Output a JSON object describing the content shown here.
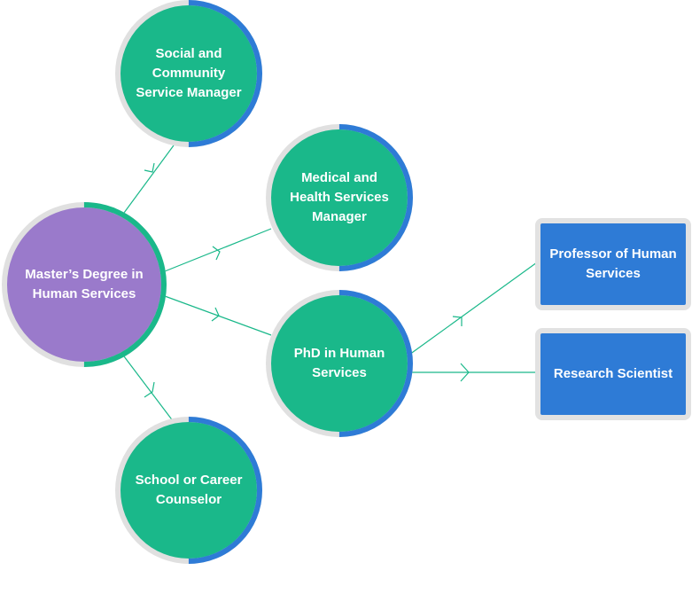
{
  "diagram": {
    "root": {
      "label": "Master’s Degree in Human Services"
    },
    "nodes": {
      "social": {
        "label": "Social and Community Service Manager"
      },
      "medical": {
        "label": "Medical and Health Services Manager"
      },
      "phd": {
        "label": "PhD in Human Services"
      },
      "school": {
        "label": "School or Career Counselor"
      },
      "professor": {
        "label": "Professor of Human Services"
      },
      "research": {
        "label": "Research Scientist"
      }
    },
    "colors": {
      "green": "#1ab88a",
      "purple": "#9a7acb",
      "blue": "#2e7bd6",
      "ring": "#e0e0e0"
    }
  }
}
